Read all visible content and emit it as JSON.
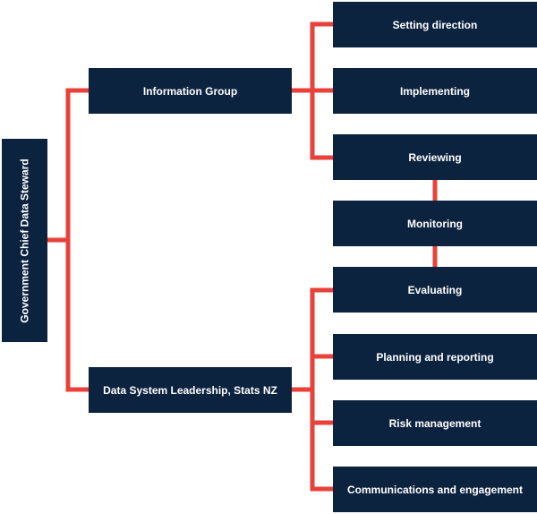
{
  "colors": {
    "box_fill": "#0c2340",
    "box_text": "#ffffff",
    "connector": "#e8413a",
    "background": "#ffffff"
  },
  "root": {
    "label": "Government Chief Data Steward"
  },
  "groups": [
    {
      "label": "Information Group"
    },
    {
      "label": "Data System Leadership, Stats NZ"
    }
  ],
  "functions": [
    {
      "label": "Setting direction"
    },
    {
      "label": "Implementing"
    },
    {
      "label": "Reviewing"
    },
    {
      "label": "Monitoring"
    },
    {
      "label": "Evaluating"
    },
    {
      "label": "Planning and reporting"
    },
    {
      "label": "Risk management"
    },
    {
      "label": "Communications and engagement"
    }
  ]
}
